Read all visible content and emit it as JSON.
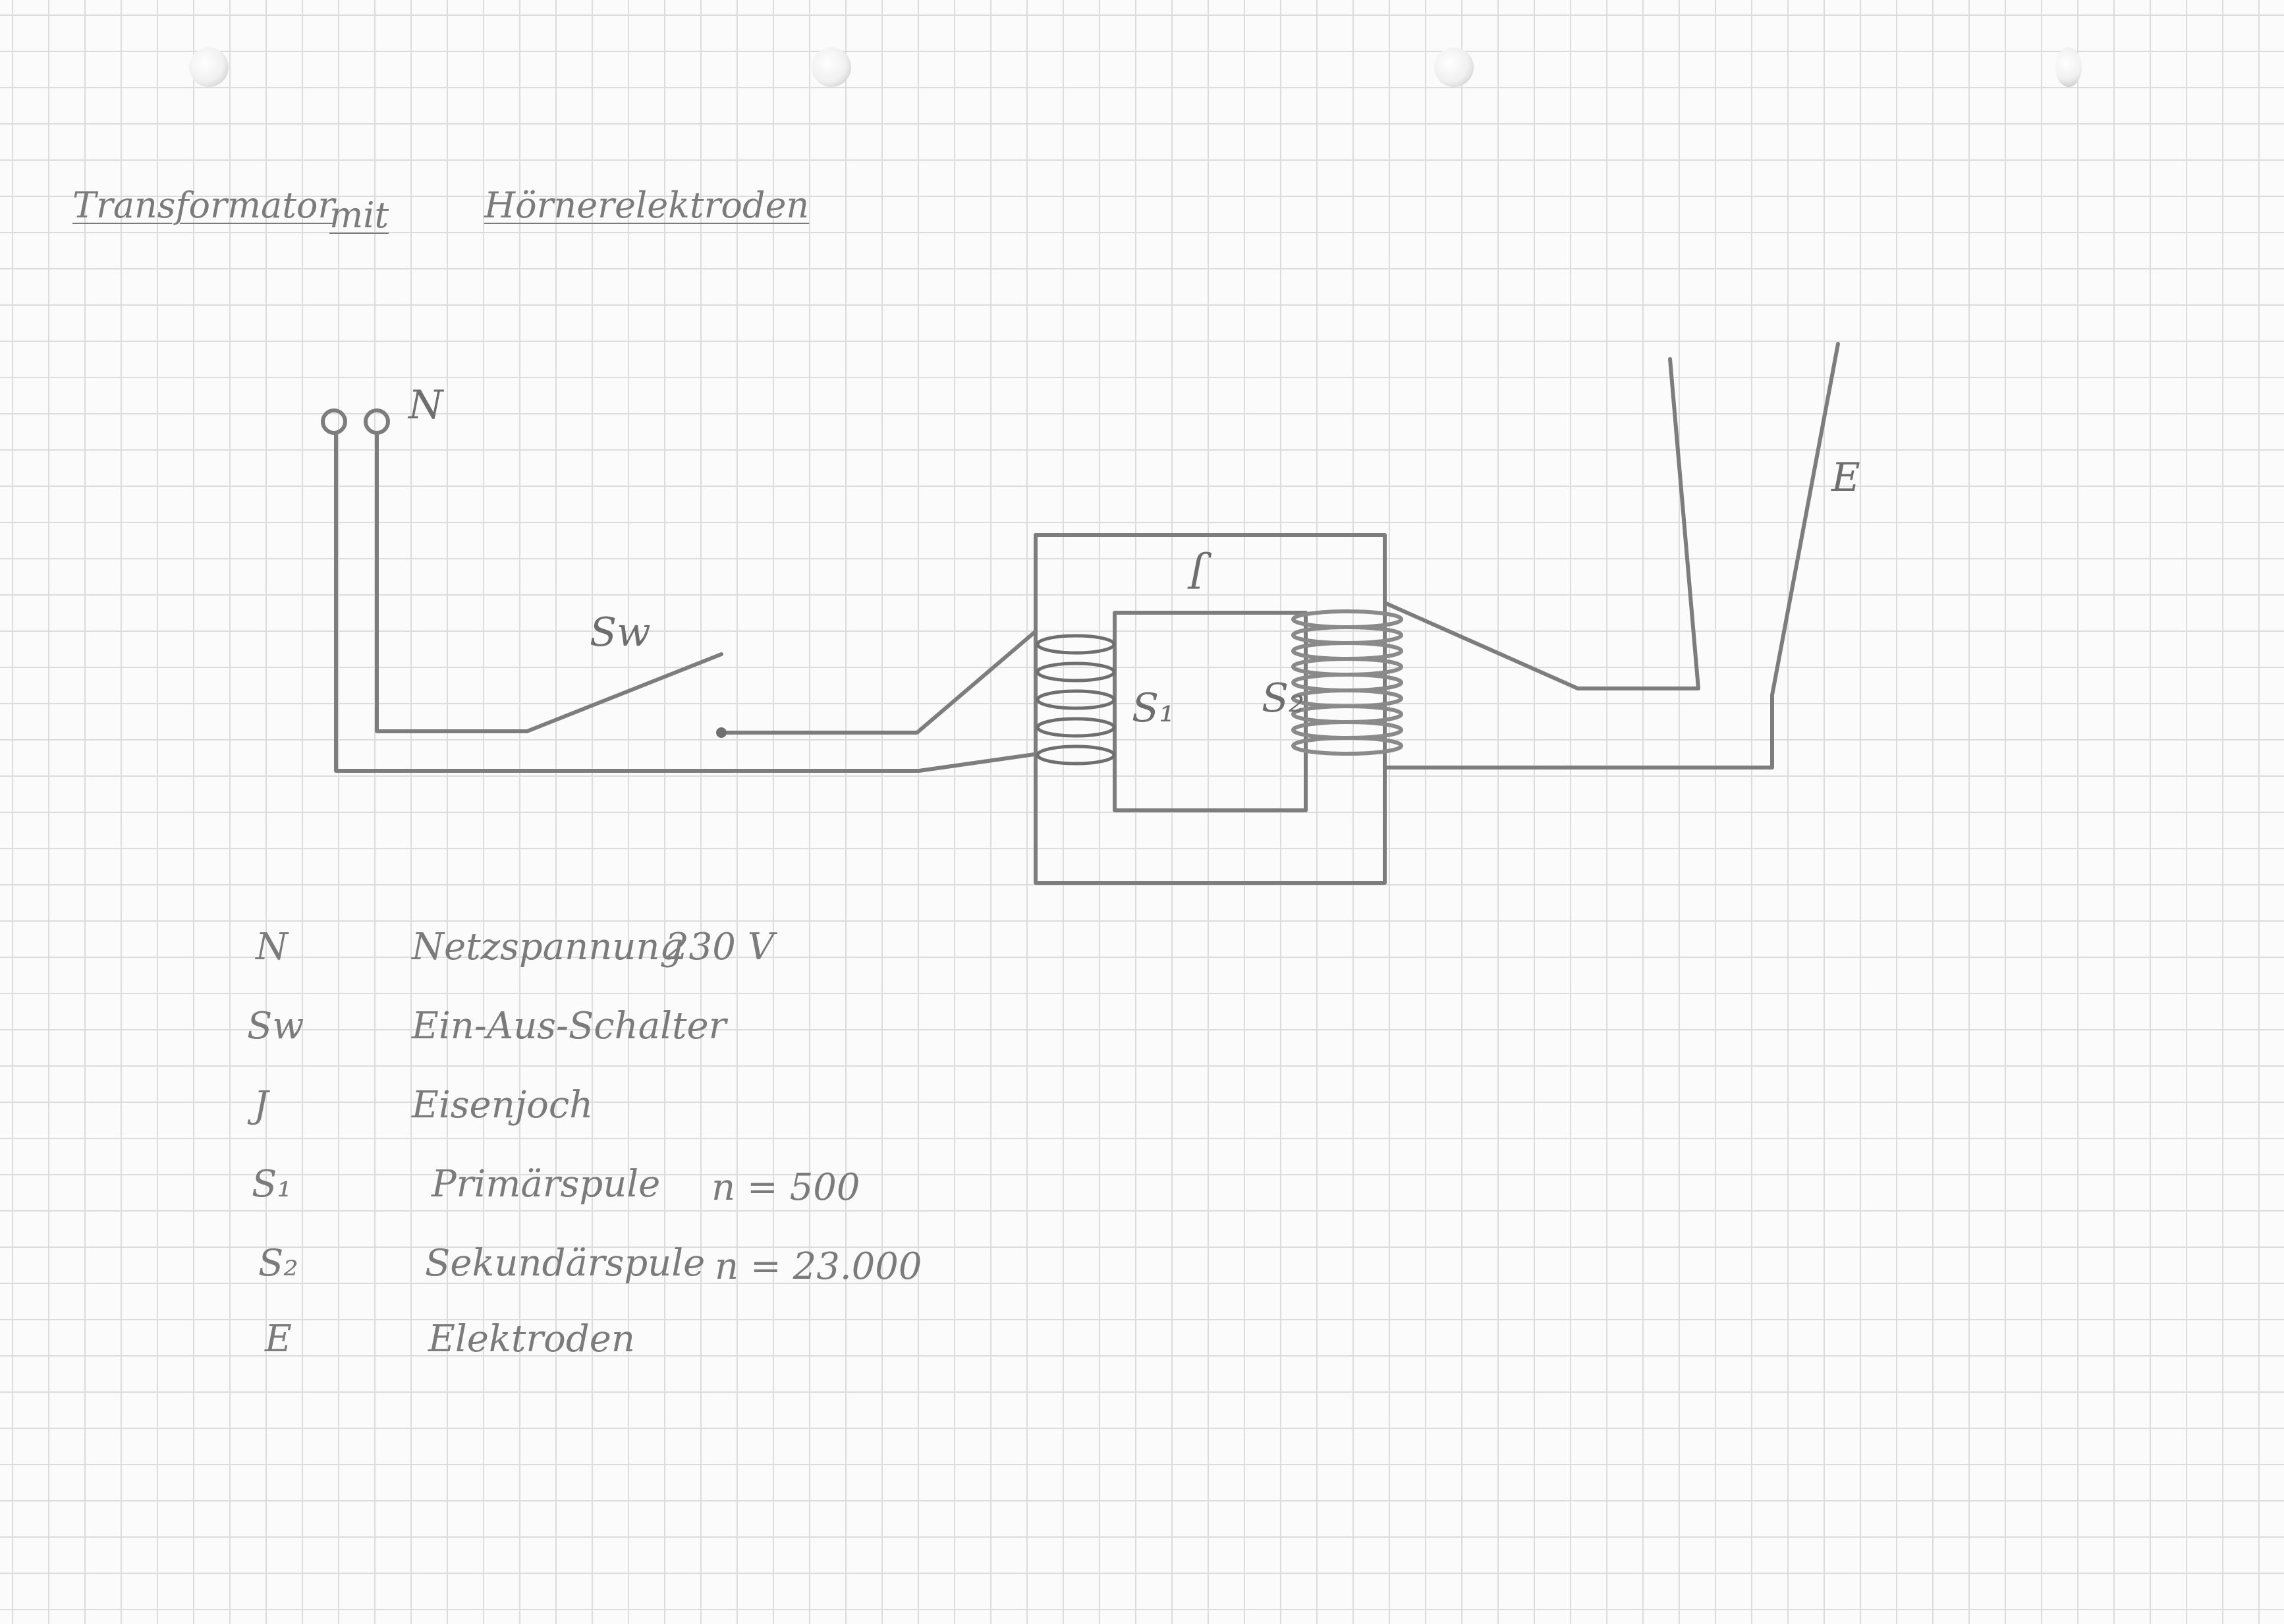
{
  "title": {
    "part1": "Transformator",
    "part2": "mit",
    "part3": "Hörnerelektroden"
  },
  "diagram_labels": {
    "N": "N",
    "Sw": "Sw",
    "J": "J",
    "S1": "S₁",
    "S2": "S₂",
    "E": "E"
  },
  "legend": [
    {
      "symbol": "N",
      "text": "Netzspannung",
      "value": "230 V"
    },
    {
      "symbol": "Sw",
      "text": "Ein-Aus-Schalter",
      "value": ""
    },
    {
      "symbol": "J",
      "text": "Eisenjoch",
      "value": ""
    },
    {
      "symbol": "S₁",
      "text": "Primärspule",
      "value": "n = 500"
    },
    {
      "symbol": "S₂",
      "text": "Sekundärspule",
      "value": "n = 23.000"
    },
    {
      "symbol": "E",
      "text": "Elektroden",
      "value": ""
    }
  ],
  "colors": {
    "paper": "#fbfbfb",
    "grid": "#dcdcdc",
    "ink": "#7b7b7b"
  }
}
